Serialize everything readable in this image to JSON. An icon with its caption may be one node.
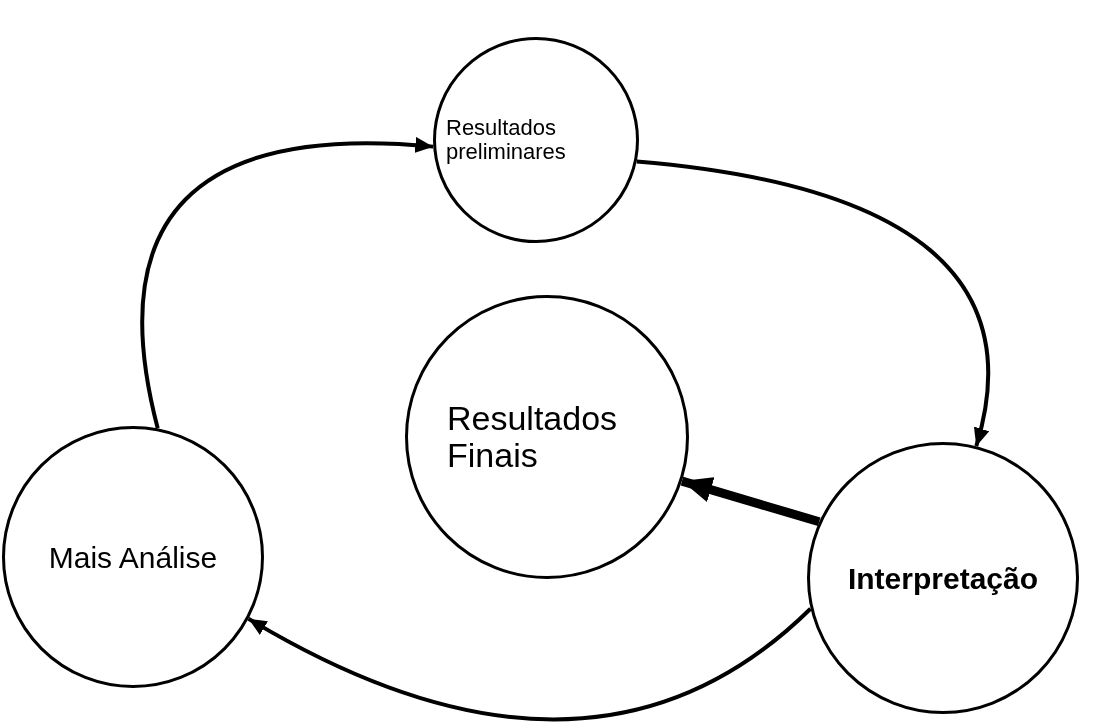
{
  "diagram": {
    "nodes": [
      {
        "text": [
          "Resultados preliminares"
        ]
      },
      {
        "text": [
          "Resultados Finais"
        ]
      },
      {
        "text": [
          "Interpretação"
        ]
      },
      {
        "text": [
          "Mais Análise"
        ]
      }
    ],
    "edges": [
      {
        "from": 0,
        "to": 2,
        "arrow": "to"
      },
      {
        "from": 2,
        "to": 1,
        "arrow": "to",
        "style": "thick"
      },
      {
        "from": 2,
        "to": 3,
        "arrow": "to"
      },
      {
        "from": 3,
        "to": 0,
        "arrow": "to"
      }
    ]
  }
}
